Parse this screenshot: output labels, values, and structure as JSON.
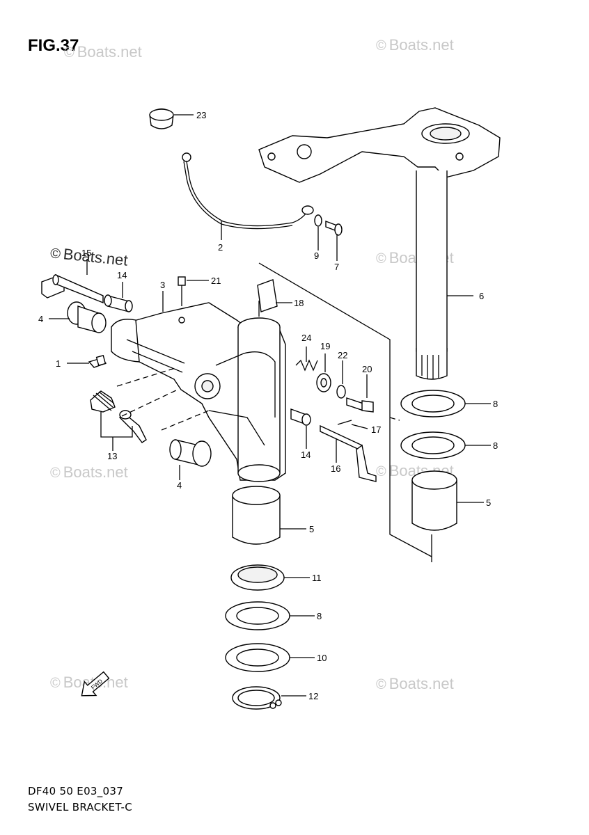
{
  "figure": {
    "title": "FIG.37",
    "code": "DF40 50 E03_037",
    "name": "SWIVEL BRACKET-C"
  },
  "watermark": {
    "symbol": "©",
    "text": "Boats.net"
  },
  "callouts": [
    "1",
    "2",
    "3",
    "4",
    "4",
    "5",
    "5",
    "6",
    "7",
    "8",
    "8",
    "8",
    "9",
    "10",
    "11",
    "12",
    "13",
    "14",
    "14",
    "15",
    "16",
    "17",
    "18",
    "19",
    "20",
    "21",
    "22",
    "23",
    "24"
  ],
  "fwd_label": "FWD"
}
